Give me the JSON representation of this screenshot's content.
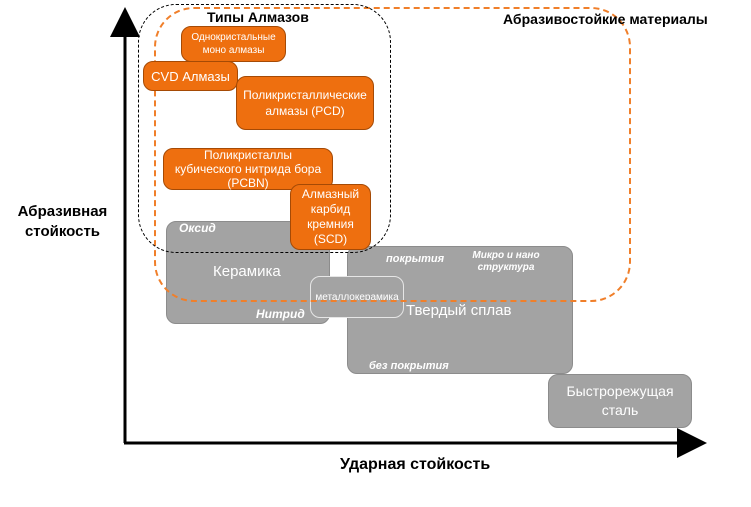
{
  "axes": {
    "y_label": "Абразивная стойкость",
    "x_label": "Ударная стойкость"
  },
  "regions": {
    "abrasive": "Абразивостойкие материалы",
    "diamond_types": "Типы Алмазов"
  },
  "orange_boxes": {
    "mono_diamond": "Однокристальные моно алмазы",
    "cvd": "CVD Алмазы",
    "pcd": "Поликристаллические алмазы (PCD)",
    "pcbn": "Поликристаллы кубического нитрида бора (PCBN)",
    "scd": "Алмазный карбид кремния (SCD)"
  },
  "gray_boxes": {
    "ceramics": "Керамика",
    "oxide": "Оксид",
    "nitride": "Нитрид",
    "cermet": "металлокерамика",
    "hard_alloy": "Твердый сплав",
    "coated": "покрытия",
    "micro_nano": "Микро и нано структура",
    "uncoated": "без покрытия",
    "hss": "Быстрорежущая сталь"
  },
  "colors": {
    "orange": "#ee6f0f",
    "gray": "#a3a3a3",
    "dashed_orange": "#f07f2a"
  }
}
